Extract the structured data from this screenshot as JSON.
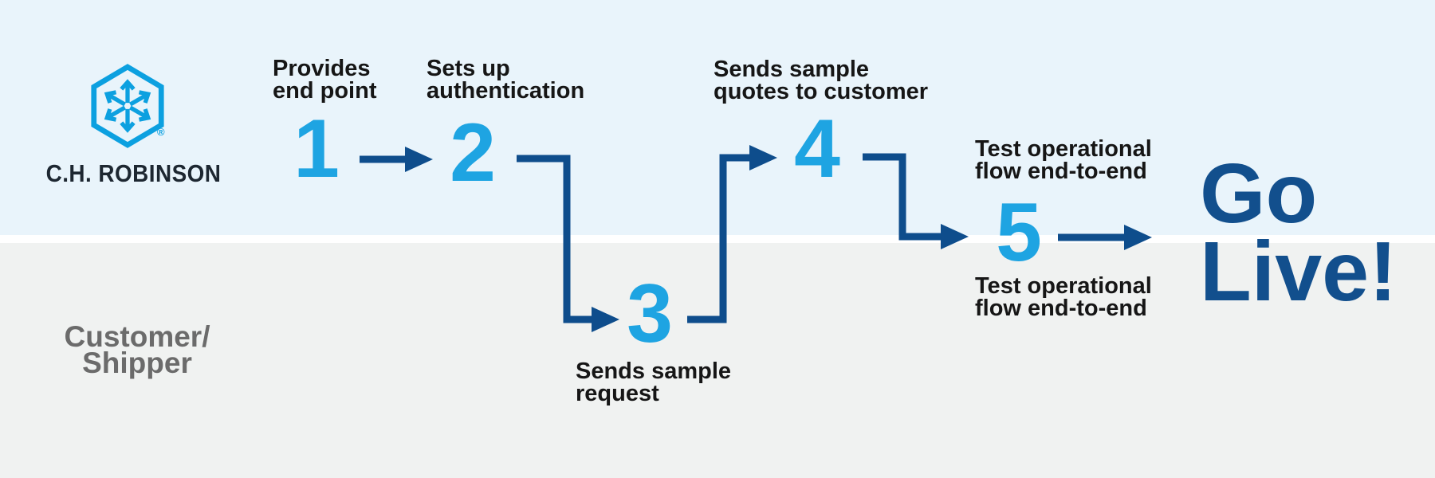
{
  "colors": {
    "band_top": "#E9F4FB",
    "band_bottom": "#F0F2F1",
    "divider": "#FFFFFF",
    "step_number": "#1EA4E2",
    "arrow": "#0E4D8C",
    "go_live": "#124F8D",
    "label_text": "#161616",
    "lane_text": "#6B6B6B",
    "logo_blue": "#0CA0E0",
    "wordmark": "#1D2731"
  },
  "logo": {
    "wordmark": "C.H. ROBINSON",
    "registered_mark": "®",
    "icon": "hexagon-arrows-icon"
  },
  "lanes": {
    "bottom_label_line1": "Customer/",
    "bottom_label_line2": "Shipper"
  },
  "steps": [
    {
      "number": "1",
      "lane": "top",
      "label": [
        "Provides",
        "end point"
      ]
    },
    {
      "number": "2",
      "lane": "top",
      "label": [
        "Sets up",
        "authentication"
      ]
    },
    {
      "number": "3",
      "lane": "bottom",
      "label": [
        "Sends sample",
        "request"
      ]
    },
    {
      "number": "4",
      "lane": "top",
      "label": [
        "Sends sample",
        "quotes to customer"
      ]
    },
    {
      "number": "5",
      "lane": "boundary",
      "label_above": [
        "Test operational",
        "flow end-to-end"
      ],
      "label_below": [
        "Test operational",
        "flow end-to-end"
      ]
    }
  ],
  "outcome": {
    "line1": "Go",
    "line2": "Live!"
  }
}
